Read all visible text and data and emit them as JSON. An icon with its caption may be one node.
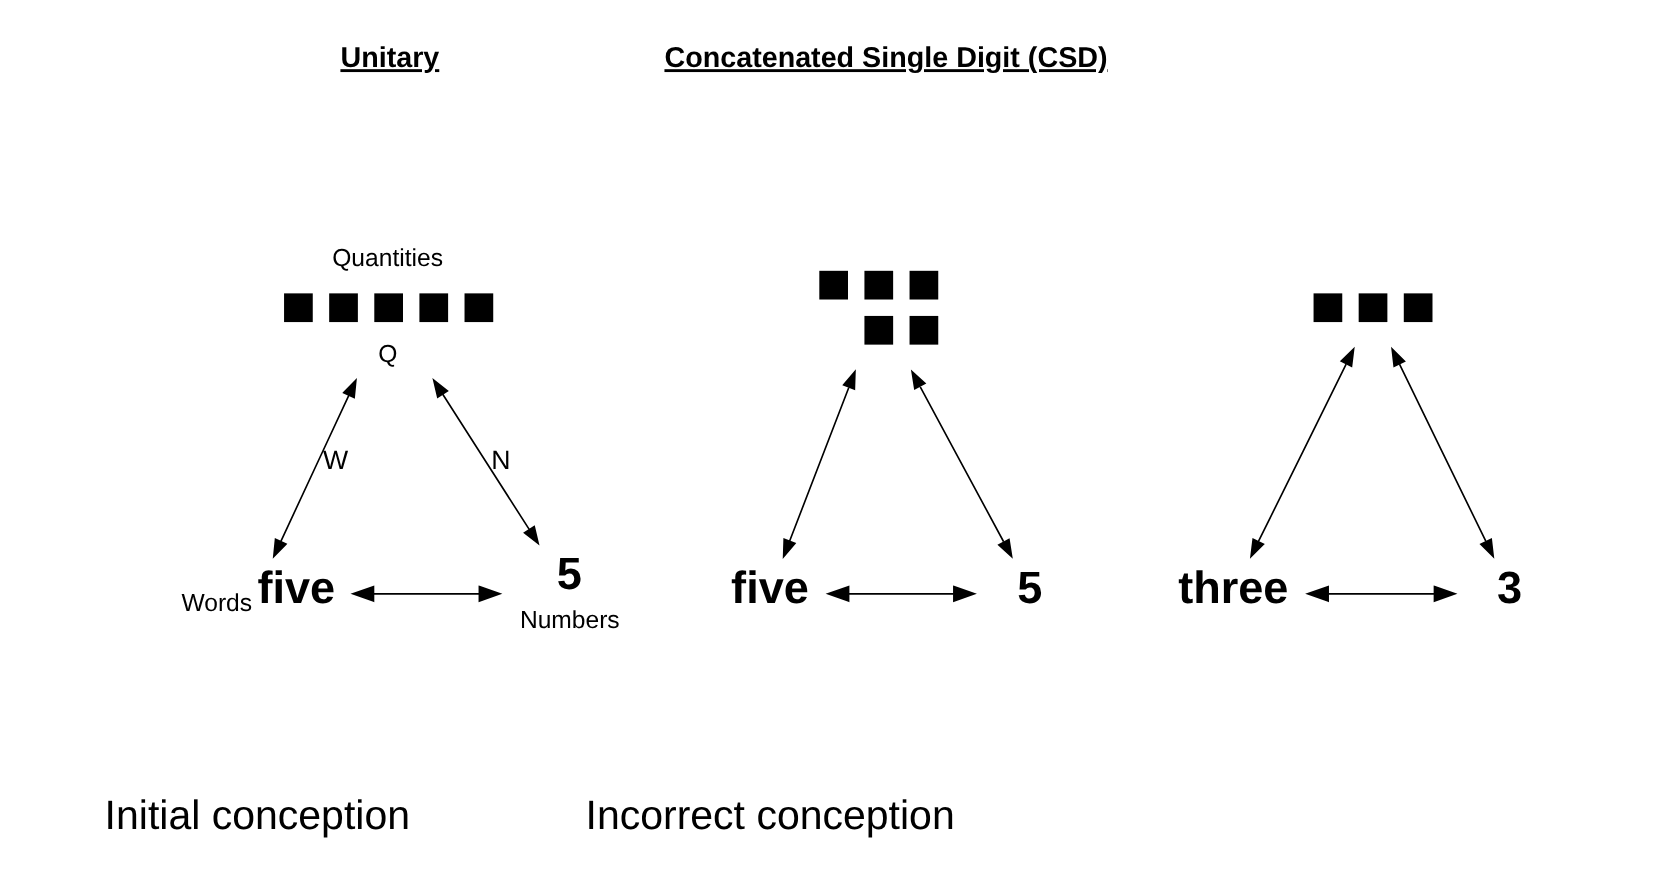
{
  "diagram": {
    "nodes": [
      {
        "text": [],
        "shape": "box",
        "beside": [
          "Quantities",
          "Q"
        ]
      },
      {
        "text": [
          "five"
        ],
        "beside": [
          "Words"
        ]
      },
      {
        "text": [
          "5"
        ],
        "beside": [
          "Numbers"
        ]
      },
      {
        "text": [],
        "shape": "box"
      },
      {
        "text": [],
        "shape": "box"
      },
      {
        "text": [
          "five"
        ]
      },
      {
        "text": [
          "three"
        ]
      },
      {
        "text": [
          "5"
        ]
      },
      {
        "text": [
          "3"
        ]
      }
    ],
    "edges": [
      {
        "from": 0,
        "to": 1,
        "arrow": "both",
        "label": "W"
      },
      {
        "from": 0,
        "to": 2,
        "arrow": "both",
        "label": "N"
      },
      {
        "from": 1,
        "to": 2,
        "arrow": "both"
      },
      {
        "from": 3,
        "to": 5,
        "arrow": "both"
      },
      {
        "from": 4,
        "to": 6,
        "arrow": "both"
      },
      {
        "from": 3,
        "to": 7,
        "arrow": "both"
      },
      {
        "from": 4,
        "to": 8,
        "arrow": "both"
      },
      {
        "from": 7,
        "to": 5,
        "arrow": "both"
      },
      {
        "from": 8,
        "to": 6,
        "arrow": "both"
      }
    ],
    "labels": [
      "Unitary",
      "Concatenated Single Digit (CSD)",
      "Initial conception",
      "Incorrect conception"
    ]
  }
}
